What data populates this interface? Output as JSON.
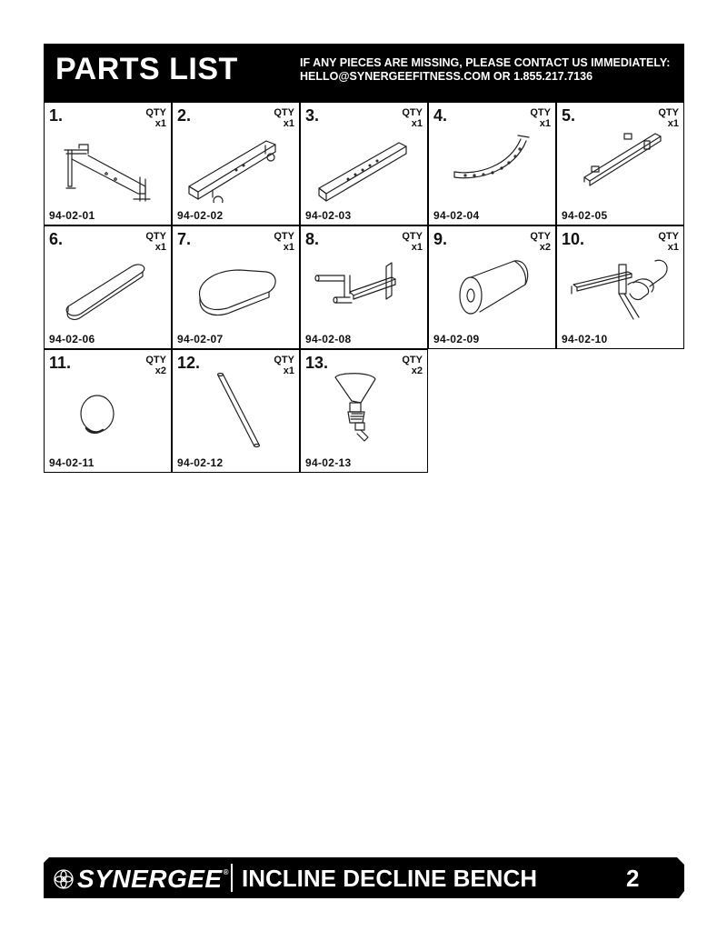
{
  "header": {
    "title": "PARTS LIST",
    "notice_line1": "IF ANY PIECES ARE MISSING, PLEASE CONTACT US IMMEDIATELY:",
    "notice_line2": "HELLO@SYNERGEEFITNESS.COM OR 1.855.217.7136"
  },
  "qty_label": "QTY",
  "parts": [
    {
      "number": "1.",
      "qty": "x1",
      "code": "94-02-01",
      "icon": "frame-upright-icon"
    },
    {
      "number": "2.",
      "qty": "x1",
      "code": "94-02-02",
      "icon": "rear-base-tube-icon"
    },
    {
      "number": "3.",
      "qty": "x1",
      "code": "94-02-03",
      "icon": "front-base-tube-icon"
    },
    {
      "number": "4.",
      "qty": "x1",
      "code": "94-02-04",
      "icon": "curved-adjuster-icon"
    },
    {
      "number": "5.",
      "qty": "x1",
      "code": "94-02-05",
      "icon": "seat-frame-tube-icon"
    },
    {
      "number": "6.",
      "qty": "x1",
      "code": "94-02-06",
      "icon": "back-pad-icon"
    },
    {
      "number": "7.",
      "qty": "x1",
      "code": "94-02-07",
      "icon": "seat-pad-icon"
    },
    {
      "number": "8.",
      "qty": "x1",
      "code": "94-02-08",
      "icon": "leg-holder-bracket-icon"
    },
    {
      "number": "9.",
      "qty": "x2",
      "code": "94-02-09",
      "icon": "foam-roller-icon"
    },
    {
      "number": "10.",
      "qty": "x1",
      "code": "94-02-10",
      "icon": "decline-leg-holder-icon"
    },
    {
      "number": "11.",
      "qty": "x2",
      "code": "94-02-11",
      "icon": "end-cap-icon"
    },
    {
      "number": "12.",
      "qty": "x1",
      "code": "94-02-12",
      "icon": "roller-bar-icon"
    },
    {
      "number": "13.",
      "qty": "x2",
      "code": "94-02-13",
      "icon": "pop-pin-knob-icon"
    }
  ],
  "footer": {
    "brand": "SYNERGEE",
    "registered": "®",
    "product": "INCLINE DECLINE BENCH",
    "page_number": "2"
  }
}
